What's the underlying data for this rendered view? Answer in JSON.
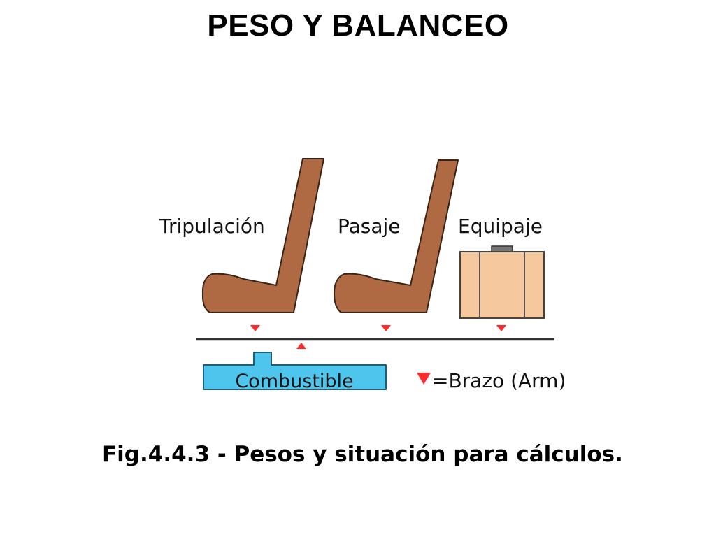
{
  "slide": {
    "title": "PESO Y BALANCEO"
  },
  "figure": {
    "labels": {
      "crew": "Tripulación",
      "passengers": "Pasaje",
      "baggage": "Equipaje",
      "fuel": "Combustible",
      "legend": "=Brazo (Arm)"
    },
    "caption": "Fig.4.4.3 - Pesos y situación para cálculos.",
    "colors": {
      "seat": "#b06a43",
      "suitcase": "#f5c89e",
      "fuel_tank": "#4ec5ec",
      "arm_marker": "#ff2a2a"
    },
    "icons": [
      "seat-icon",
      "suitcase-icon",
      "fuel-tank-icon",
      "arm-marker-icon"
    ]
  }
}
